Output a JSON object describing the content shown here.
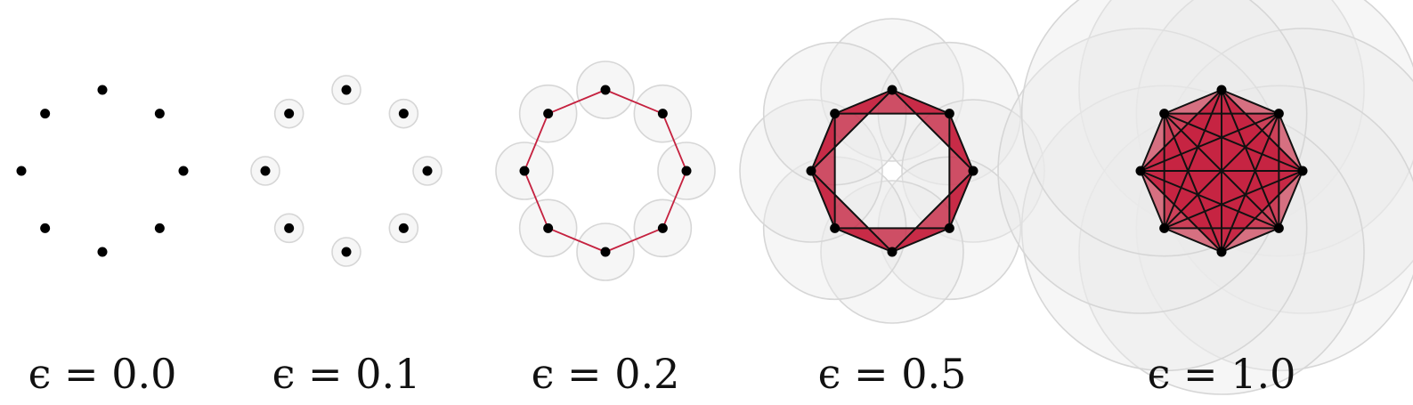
{
  "figure": {
    "vertex_count": 8,
    "panels": [
      {
        "caption": "ϵ = 0.0",
        "epsilon": 0.0,
        "edges": "none"
      },
      {
        "caption": "ϵ = 0.1",
        "epsilon": 0.1,
        "edges": "none"
      },
      {
        "caption": "ϵ = 0.2",
        "epsilon": 0.2,
        "edges": "cycle"
      },
      {
        "caption": "ϵ = 0.5",
        "epsilon": 0.5,
        "edges": "cycle+skip-1-triangles"
      },
      {
        "caption": "ϵ = 1.0",
        "epsilon": 1.0,
        "edges": "complete"
      }
    ],
    "colors": {
      "ball_fill": "#ebebeb",
      "ball_stroke": "#d6d6d6",
      "simplex_fill": "#c5213f",
      "simplex_fill_light": "#d25a6e",
      "edge_color": "#c5213f",
      "edge_dark": "#111111",
      "vertex": "#000000"
    }
  }
}
